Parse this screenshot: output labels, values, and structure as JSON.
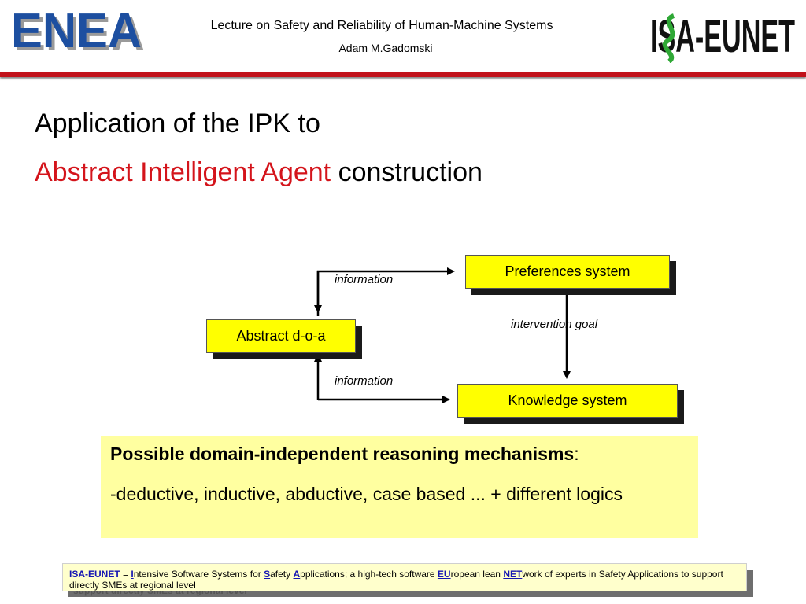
{
  "header": {
    "left_logo_text": "ENEA",
    "right_logo_text": "ISA-EUNET",
    "title": "Lecture on Safety and Reliability of Human-Machine Systems",
    "author": "Adam M.Gadomski",
    "colors": {
      "enea_blue": "#1d4fa0",
      "isa_green": "#2fa836",
      "rule_red": "#c1121b"
    }
  },
  "slide": {
    "title_line1": "Application of the IPK to",
    "title_line2_red": "Abstract Intelligent Agent",
    "title_line2_black": " construction",
    "accent_color": "#d4141b"
  },
  "diagram": {
    "nodes": {
      "preferences": "Preferences system",
      "abstract": "Abstract d-o-a",
      "knowledge": "Knowledge system"
    },
    "edges": {
      "info_top": "information",
      "intervention": "intervention goal",
      "info_bottom": "information"
    },
    "node_color": "#ffff00"
  },
  "reasoning": {
    "heading": "Possible domain-independent reasoning mechanisms",
    "heading_suffix": ":",
    "body": "-deductive, inductive, abductive, case based ... + different logics"
  },
  "footer": {
    "label": "ISA-EUNET",
    "equals": " = ",
    "i": "I",
    "intensive": "ntensive Software Systems for ",
    "s": "S",
    "afety": "afety ",
    "a": "A",
    "applications": "pplications; a high-tech software ",
    "eu": "EU",
    "ropean": "ropean lean ",
    "net": "NET",
    "work": "work of experts in Safety Applications to support directly SMEs at regional level",
    "ghost": "support directly SMEs at regional level"
  }
}
